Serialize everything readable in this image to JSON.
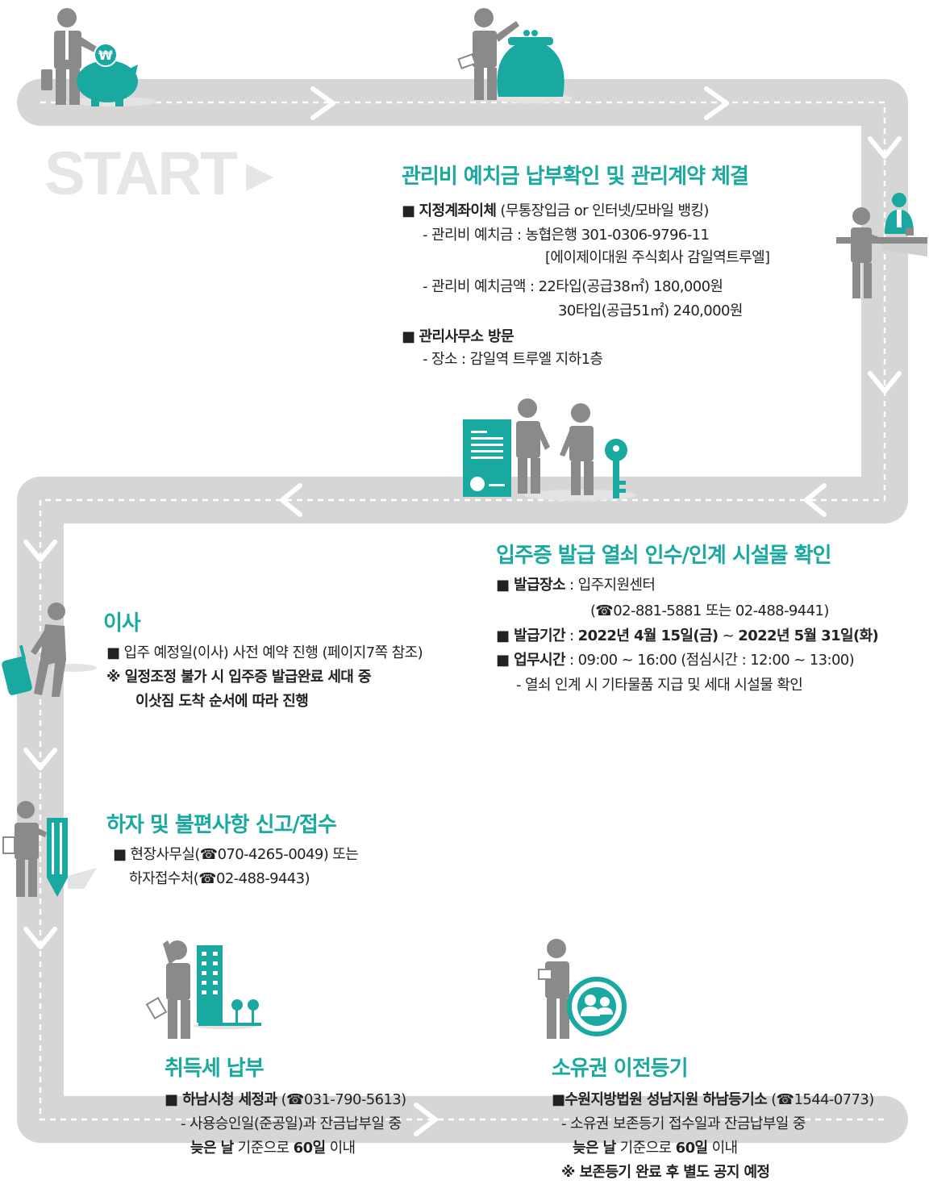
{
  "start_label": "START",
  "step1": {
    "title": "관리비 예치금 납부확인 및 관리계약 체결",
    "l1_bullet": "■ ",
    "l1_bold": "지정계좌이체",
    "l1_rest": " (무통장입금 or 인터넷/모바일 뱅킹)",
    "l2": "- 관리비 예치금 : 농협은행 301-0306-9796-11",
    "l3": "[에이제이대원 주식회사 감일역트루엘]",
    "l4": "- 관리비 예치금액 : 22타입(공급38㎡)  180,000원",
    "l5": "30타입(공급51㎡)  240,000원",
    "l6_bullet": "■ ",
    "l6_bold": "관리사무소 방문",
    "l7": "- 장소 : 감일역 트루엘 지하1층"
  },
  "step2": {
    "title": "입주증 발급 열쇠 인수/인계 시설물 확인",
    "l1_bold": "■ 발급장소",
    "l1_rest": " : 입주지원센터",
    "l2": "(☎02-881-5881 또는 02-488-9441)",
    "l3_bold": "■ 발급기간",
    "l3_sep": " : ",
    "l3_d1": "2022년 4월 15일(금)",
    "l3_tilde": " ~ ",
    "l3_d2": "2022년 5월 31일(화)",
    "l4_bold": "■ 업무시간",
    "l4_rest": " : 09:00 ~ 16:00 (점심시간 : 12:00 ~ 13:00)",
    "l5": "- 열쇠 인계 시 기타물품 지급 및 세대 시설물 확인"
  },
  "step3": {
    "title": "이사",
    "l1": "■ 입주 예정일(이사) 사전 예약 진행 (페이지7쪽 참조)",
    "l2": "※ 일정조정 불가 시 입주증 발급완료 세대 중",
    "l3": "이삿짐 도착 순서에 따라 진행"
  },
  "step4": {
    "title": "하자 및 불편사항 신고/접수",
    "l1": "■ 현장사무실(☎070-4265-0049) 또는",
    "l2": "하자접수처(☎02-488-9443)"
  },
  "step5": {
    "title": "취득세 납부",
    "l1_bold": "■ 하남시청 세정과",
    "l1_rest": " (☎031-790-5613)",
    "l2": "- 사용승인일(준공일)과 잔금납부일 중",
    "l3_bold1": "늦은 날",
    "l3_mid": " 기준으로 ",
    "l3_bold2": "60일",
    "l3_end": " 이내"
  },
  "step6": {
    "title": "소유권 이전등기",
    "l1_bold": "■수원지방법원 성남지원 하남등기소",
    "l1_rest": " (☎1544-0773)",
    "l2": "- 소유권 보존등기 접수일과 잔금납부일 중",
    "l3_bold1": "늦은 날",
    "l3_mid": " 기준으로 ",
    "l3_bold2": "60일",
    "l3_end": " 이내",
    "l4": "※ 보존등기 완료 후 별도 공지 예정"
  },
  "icon_currency": "₩",
  "colors": {
    "teal": "#1aa9a1",
    "road": "#d6d6d6",
    "figure": "#8a8a8a",
    "text": "#222222"
  }
}
